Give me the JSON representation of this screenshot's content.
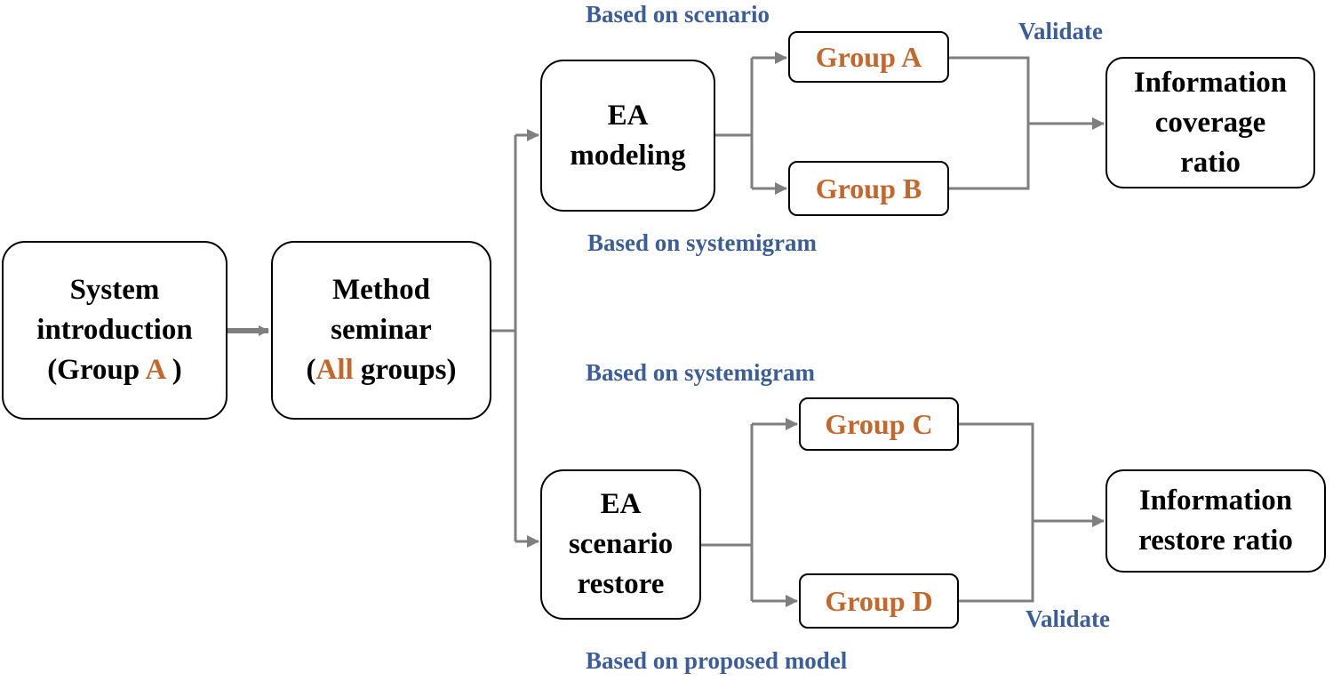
{
  "colors": {
    "arrow": "#7f7f7f",
    "group_text": "#c5672b",
    "note_text": "#3b5e9a",
    "box_border": "#000000"
  },
  "nodes": {
    "system_intro": {
      "line1": "System",
      "line2": "introduction",
      "line3_open": "(Group ",
      "line3_accent": "A",
      "line3_close": " )"
    },
    "method_seminar": {
      "line1": "Method",
      "line2": "seminar",
      "line3_open": "(",
      "line3_accent": "All",
      "line3_close": " groups)"
    },
    "ea_modeling": {
      "line1": "EA",
      "line2": "modeling"
    },
    "ea_scenario_restore": {
      "line1": "EA",
      "line2": "scenario",
      "line3": "restore"
    },
    "group_a": "Group A",
    "group_b": "Group B",
    "group_c": "Group C",
    "group_d": "Group D",
    "coverage": {
      "line1": "Information",
      "line2": "coverage",
      "line3": "ratio"
    },
    "restore": {
      "line1": "Information",
      "line2": "restore ratio"
    }
  },
  "notes": {
    "based_on_scenario": "Based on scenario",
    "validate_top": "Validate",
    "based_on_systemigram_top": "Based on systemigram",
    "based_on_systemigram_bottom": "Based on systemigram",
    "validate_bottom": "Validate",
    "based_on_proposed_model": "Based on proposed model"
  }
}
